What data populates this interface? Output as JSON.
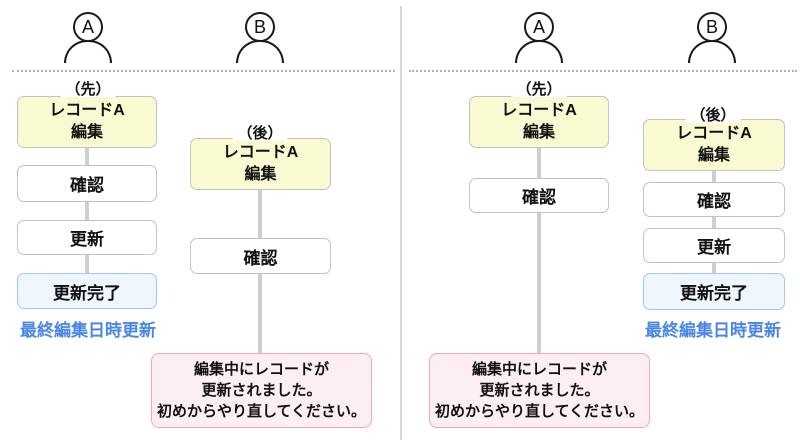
{
  "colors": {
    "record_fill": "#fafad2",
    "step_border": "#c2c2c2",
    "done_fill": "#eff6fe",
    "done_border": "#a3c7ef",
    "error_fill": "#fdeef1",
    "error_border": "#f3a8b1",
    "footer_blue": "#4a86e8",
    "connector_gray": "#cfcfcf"
  },
  "left": {
    "actors": {
      "a": "A",
      "b": "B"
    },
    "a": {
      "order": "（先）",
      "record": "レコードA\n編集",
      "confirm": "確認",
      "update": "更新",
      "done": "更新完了",
      "footer": "最終編集日時更新"
    },
    "b": {
      "order": "（後）",
      "record": "レコードA\n編集",
      "confirm": "確認",
      "error": "編集中にレコードが\n更新されました。\n初めからやり直してください。"
    }
  },
  "right": {
    "actors": {
      "a": "A",
      "b": "B"
    },
    "a": {
      "order": "（先）",
      "record": "レコードA\n編集",
      "confirm": "確認",
      "error": "編集中にレコードが\n更新されました。\n初めからやり直してください。"
    },
    "b": {
      "order": "（後）",
      "record": "レコードA\n編集",
      "confirm": "確認",
      "update": "更新",
      "done": "更新完了",
      "footer": "最終編集日時更新"
    }
  }
}
